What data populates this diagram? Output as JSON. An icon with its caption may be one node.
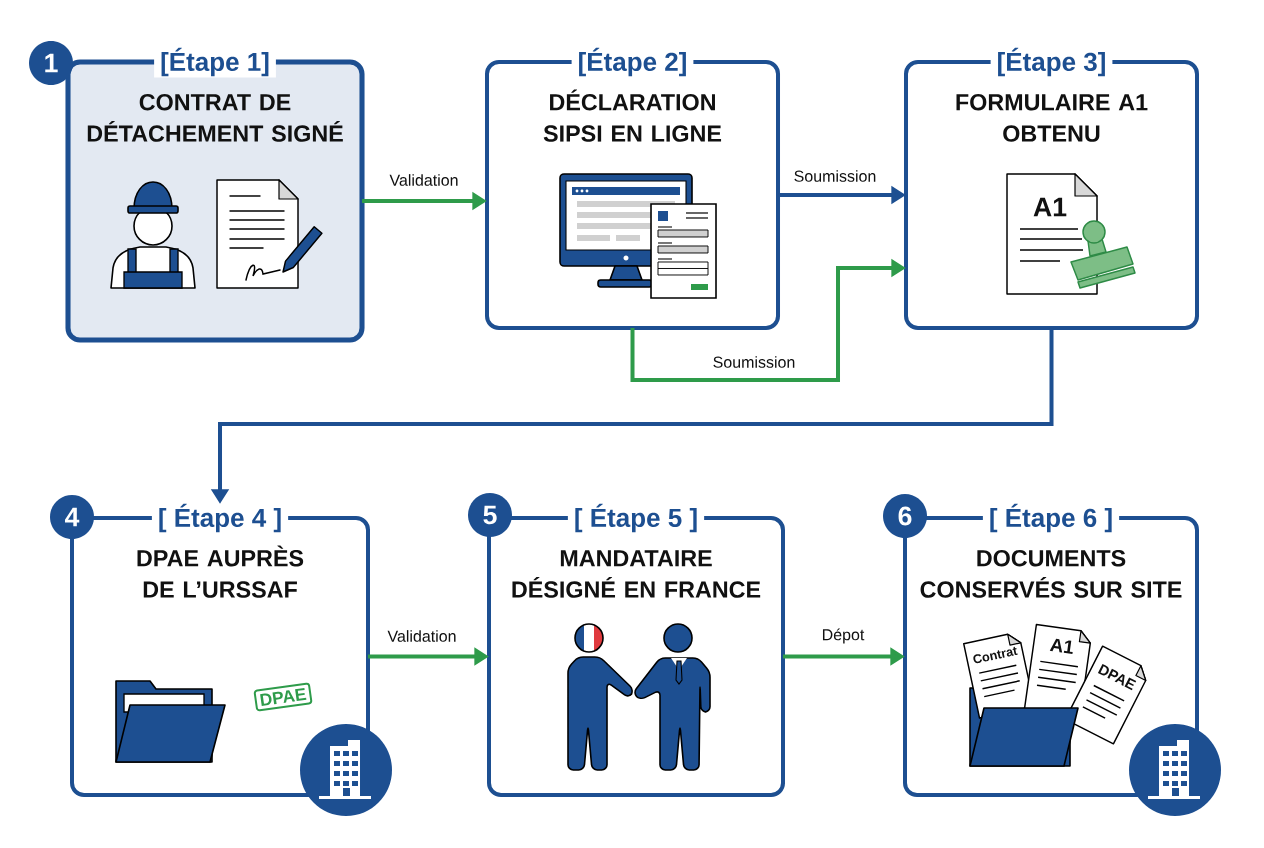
{
  "diagram": {
    "nodes": [
      {
        "text": [
          "[Étape 1]",
          "CONTRAT DE DÉTACHEMENT SIGNÉ"
        ],
        "beside": [
          "1"
        ]
      },
      {
        "text": [
          "[Étape 2]",
          "DÉCLARATION SIPSI EN LIGNE"
        ]
      },
      {
        "text": [
          "[Étape 3]",
          "FORMULAIRE A1 OBTENU"
        ]
      },
      {
        "text": [
          "[ Étape 4 ]",
          "DPAE AUPRÈS DE L’URSSAF"
        ],
        "beside": [
          "4"
        ]
      },
      {
        "text": [
          "[ Étape 5 ]",
          "MANDATAIRE DÉSIGNÉ EN FRANCE"
        ],
        "beside": [
          "5"
        ]
      },
      {
        "text": [
          "[ Étape 6 ]",
          "DOCUMENTS CONSERVÉS SUR SITE"
        ],
        "beside": [
          "6"
        ]
      }
    ],
    "edges": [
      {
        "from": 0,
        "to": 1,
        "arrow": "to",
        "label": "Validation"
      },
      {
        "from": 1,
        "to": 2,
        "arrow": "to",
        "label": "Soumission",
        "color": "#1d4f91"
      },
      {
        "from": 1,
        "to": 2,
        "arrow": "to",
        "label": "Soumission"
      },
      {
        "from": 2,
        "to": 3,
        "arrow": "to",
        "color": "#1d4f91"
      },
      {
        "from": 3,
        "to": 4,
        "arrow": "to",
        "label": "Validation"
      },
      {
        "from": 4,
        "to": 5,
        "arrow": "to",
        "label": "Dépot"
      }
    ],
    "labels": [
      "A1",
      "DPAE",
      "Contrat",
      "A1",
      "DPAE"
    ]
  }
}
